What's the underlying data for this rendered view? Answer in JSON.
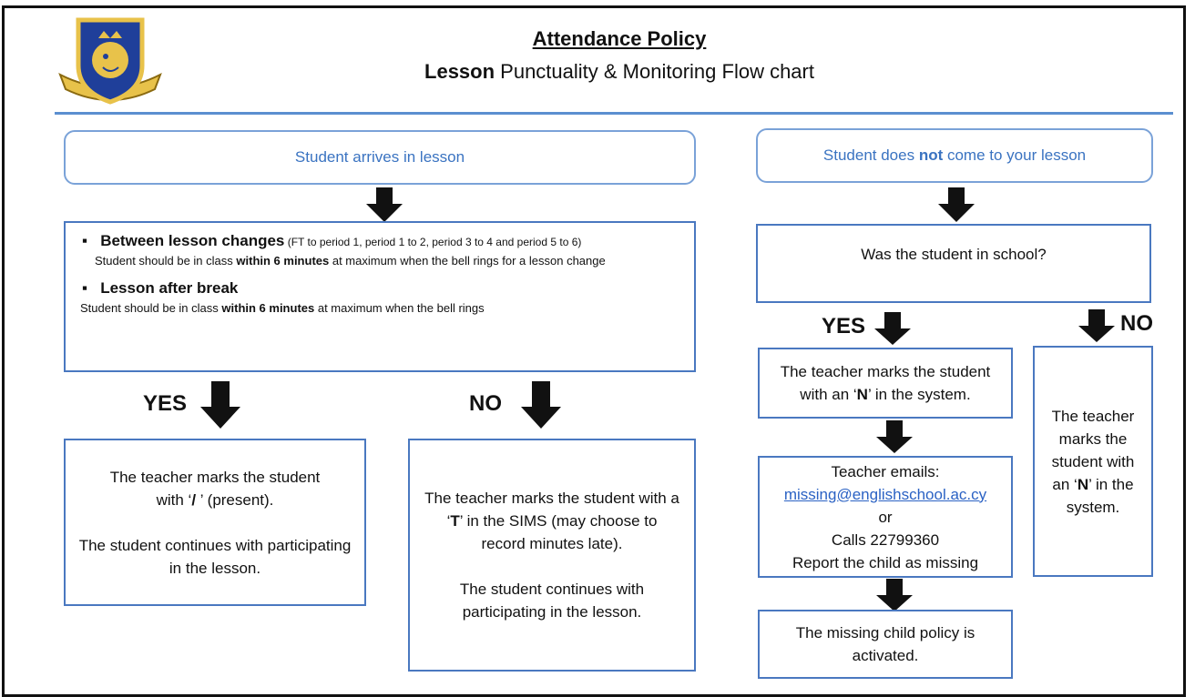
{
  "header": {
    "title": "Attendance Policy",
    "subtitle_bold": "Lesson",
    "subtitle_rest": " Punctuality & Monitoring Flow chart"
  },
  "left": {
    "start": "Student arrives  in lesson",
    "rules": {
      "rule1_title": "Between lesson changes",
      "rule1_note": " (FT to period 1, period 1 to 2, period 3 to 4 and period 5 to 6)",
      "rule1_text_a": "Student should be in class ",
      "rule1_text_b": "within 6 minutes",
      "rule1_text_c": " at maximum when the bell rings for a lesson change",
      "rule2_title": "Lesson after break",
      "rule2_text_a": "Student should be in class ",
      "rule2_text_b": "within 6 minutes",
      "rule2_text_c": " at maximum when the bell rings"
    },
    "yes_label": "YES",
    "no_label": "NO",
    "yes_box": {
      "line1": "The teacher marks the student",
      "line2_a": "with ‘",
      "line2_b": "/",
      "line2_c": " ’  (present).",
      "line3": "The student continues with participating in the lesson."
    },
    "no_box": {
      "line1_a": "The teacher marks the student with a ‘",
      "line1_b": "T",
      "line1_c": "’ in the SIMS (may choose to record minutes late).",
      "line2": "The student continues with participating in the lesson."
    }
  },
  "right": {
    "start_a": "Student does ",
    "start_b": "not",
    "start_c": " come to your lesson",
    "question": "Was the student in school?",
    "yes_label": "YES",
    "no_label": "NO",
    "yes_box_a": "The teacher marks the student with an ‘",
    "yes_box_b": "N",
    "yes_box_c": "’ in the system.",
    "no_box_a": "The teacher marks the student with an ‘",
    "no_box_b": "N",
    "no_box_c": "’ in the system.",
    "email_title": "Teacher emails:",
    "email": "missing@englishschool.ac.cy",
    "or": "or",
    "calls": "Calls 22799360",
    "report": "Report the child as missing",
    "final": "The missing child policy is activated."
  },
  "colors": {
    "accent": "#5b8fd0",
    "box_border": "#4a78c0",
    "link": "#2b62c4"
  }
}
